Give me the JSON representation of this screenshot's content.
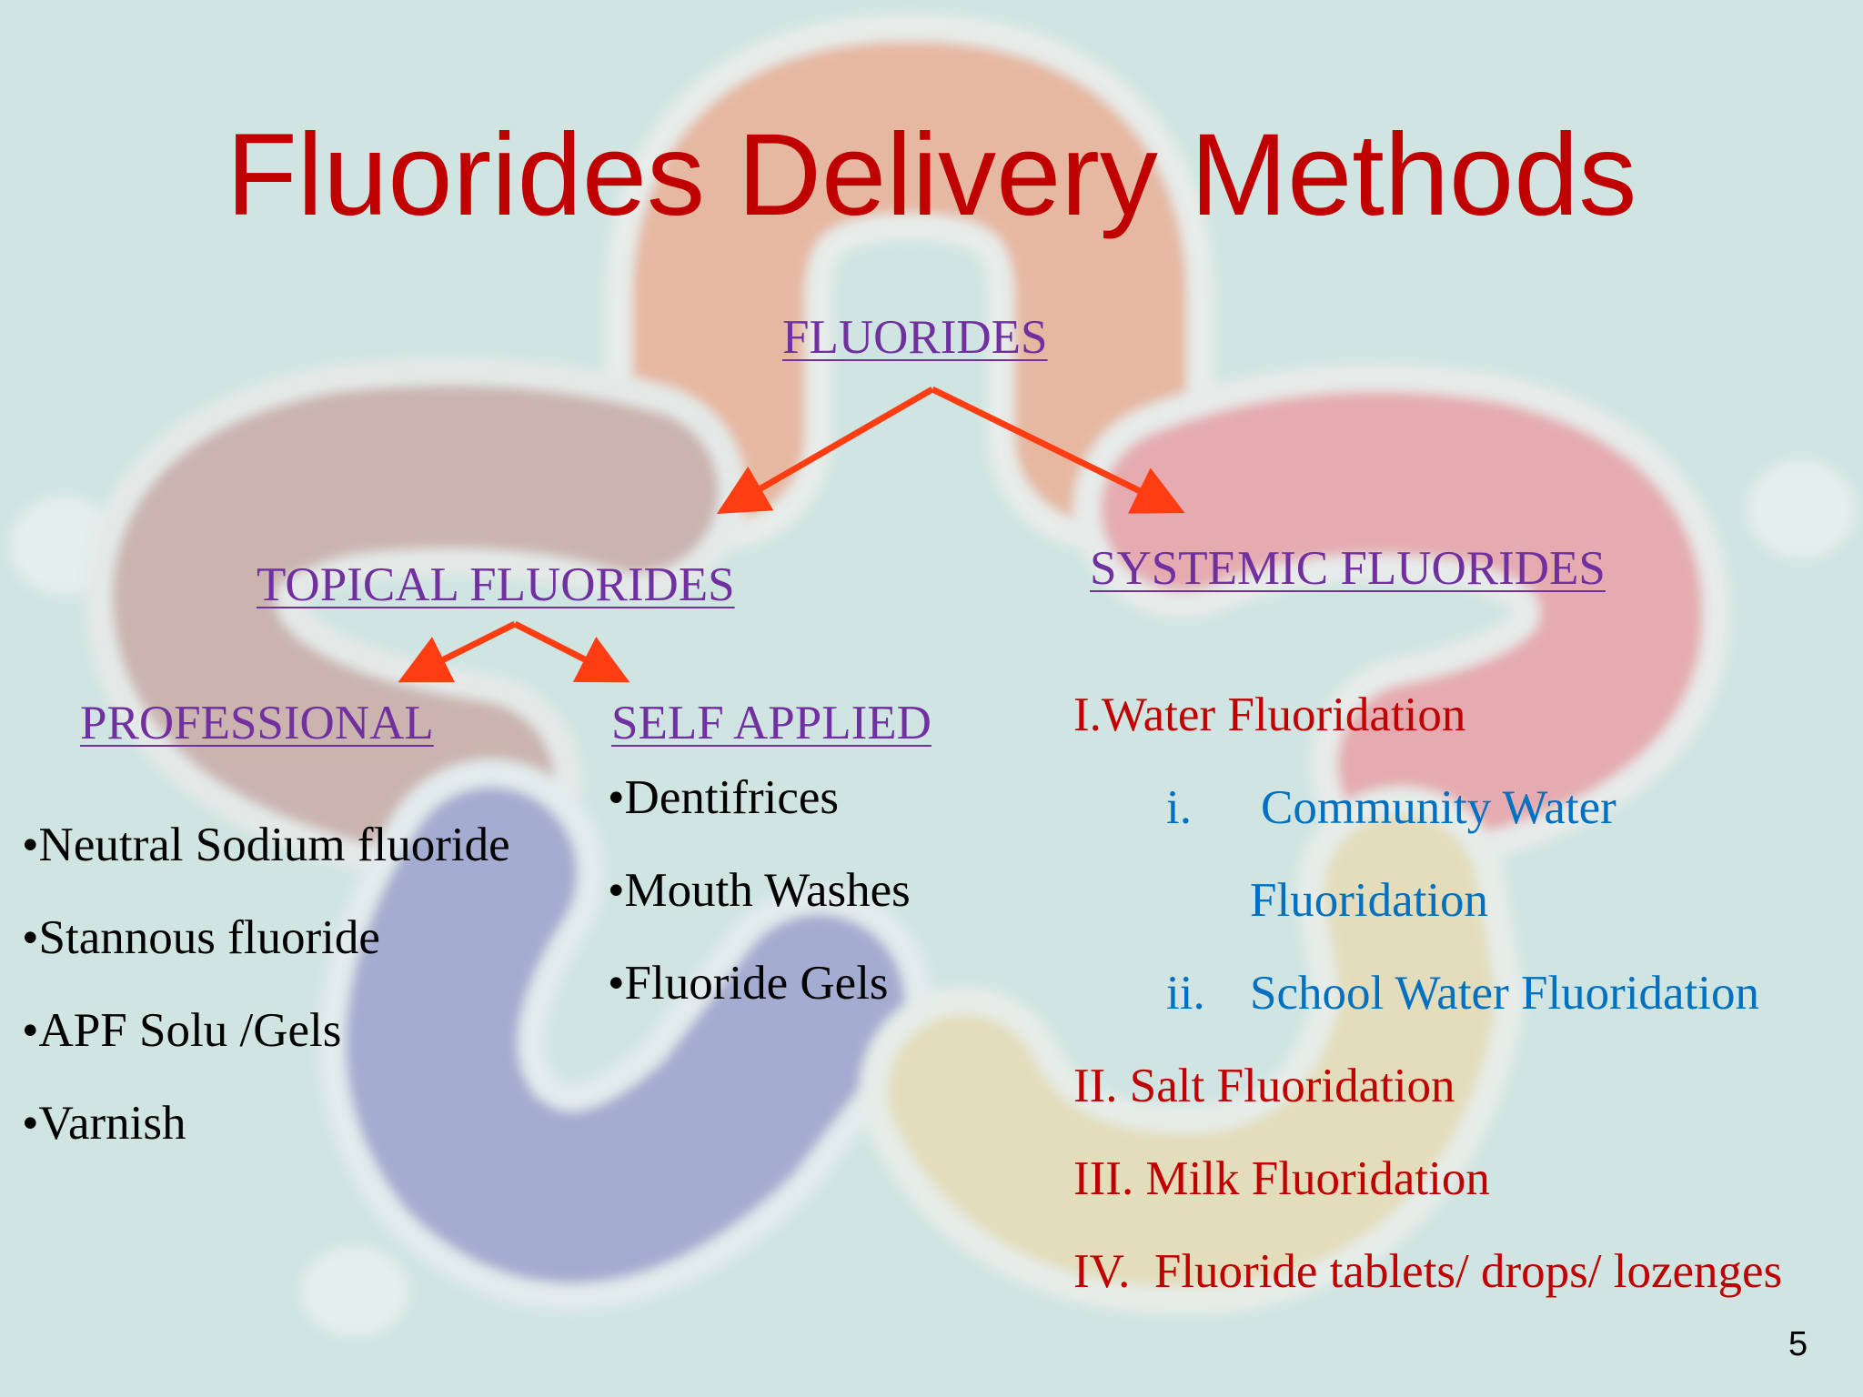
{
  "colors": {
    "title": "#c00000",
    "heading": "#7030a0",
    "body": "#000000",
    "systemic_main": "#c00000",
    "systemic_sub": "#0070c0",
    "arrow": "#ff3d12"
  },
  "title": "Fluorides Delivery Methods",
  "diagram": {
    "root": "FLUORIDES ",
    "topical": {
      "heading": "TOPICAL FLUORIDES ",
      "professional": {
        "heading": "PROFESSIONAL",
        "items": [
          "•Neutral Sodium fluoride",
          "•Stannous fluoride",
          "•APF Solu /Gels",
          "•Varnish"
        ]
      },
      "self_applied": {
        "heading": "SELF APPLIED",
        "items": [
          "•Dentifrices",
          "•Mouth Washes",
          "•Fluoride Gels"
        ]
      }
    },
    "systemic": {
      "heading": "SYSTEMIC FLUORIDES ",
      "water": "I.Water Fluoridation",
      "community_num": "i.",
      "community_line1": "Community Water",
      "community_line2": "Fluoridation",
      "school_num": "ii.",
      "school": "School Water Fluoridation",
      "salt": "II. Salt Fluoridation",
      "milk": "III. Milk Fluoridation",
      "tablets": "IV.  Fluoride tablets/ drops/ lozenges"
    }
  },
  "page_number": "5"
}
